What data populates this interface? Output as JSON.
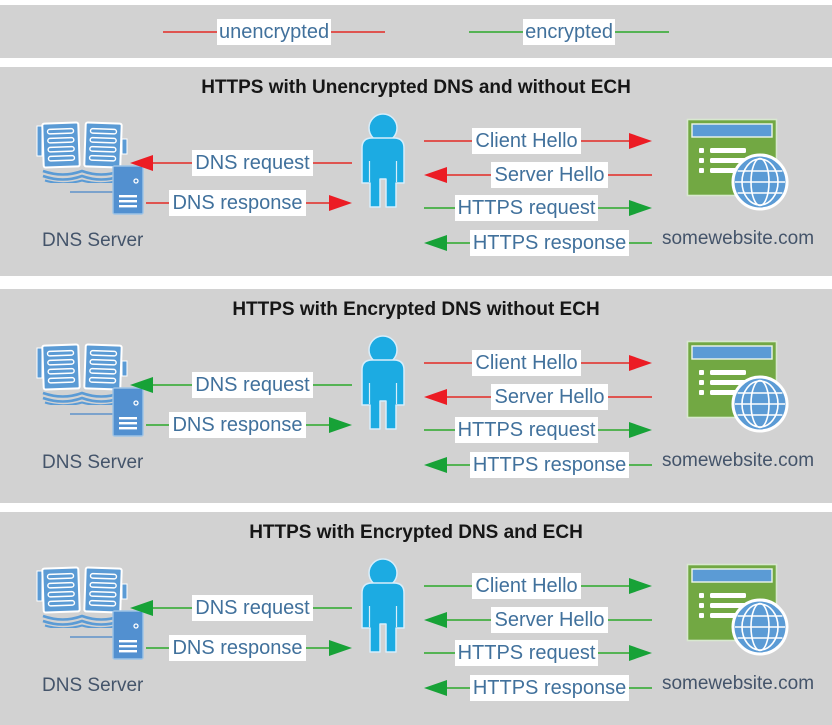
{
  "legend": {
    "unencrypted_label": "unencrypted",
    "encrypted_label": "encrypted"
  },
  "colors": {
    "unencrypted_line": "#df5450",
    "unencrypted_head": "#ec1c24",
    "encrypted_line": "#55b354",
    "encrypted_head": "#17a237",
    "panel_background": "#d2d2d2",
    "arrow_label_text": "#41719c",
    "entity_label_text": "#44546a",
    "person_blue": "#1cabe2",
    "icon_blue": "#5b9bd5",
    "website_green": "#72a843"
  },
  "icons": {
    "dns_server": "book-and-server-icon",
    "user": "person-icon",
    "website": "browser-window-with-globe-icon"
  },
  "panels": [
    {
      "title": "HTTPS with Unencrypted DNS and without ECH",
      "dns_server_label": "DNS Server",
      "website_label": "somewebsite.com",
      "arrows": {
        "dns_request": {
          "label": "DNS request",
          "dir": "left",
          "color": "unencrypted"
        },
        "dns_response": {
          "label": "DNS response",
          "dir": "right",
          "color": "unencrypted"
        },
        "client_hello": {
          "label": "Client Hello",
          "dir": "right",
          "color": "unencrypted"
        },
        "server_hello": {
          "label": "Server Hello",
          "dir": "left",
          "color": "unencrypted"
        },
        "https_request": {
          "label": "HTTPS request",
          "dir": "right",
          "color": "encrypted"
        },
        "https_response": {
          "label": "HTTPS response",
          "dir": "left",
          "color": "encrypted"
        }
      }
    },
    {
      "title": "HTTPS with Encrypted DNS without ECH",
      "dns_server_label": "DNS Server",
      "website_label": "somewebsite.com",
      "arrows": {
        "dns_request": {
          "label": "DNS request",
          "dir": "left",
          "color": "encrypted"
        },
        "dns_response": {
          "label": "DNS response",
          "dir": "right",
          "color": "encrypted"
        },
        "client_hello": {
          "label": "Client Hello",
          "dir": "right",
          "color": "unencrypted"
        },
        "server_hello": {
          "label": "Server Hello",
          "dir": "left",
          "color": "unencrypted"
        },
        "https_request": {
          "label": "HTTPS request",
          "dir": "right",
          "color": "encrypted"
        },
        "https_response": {
          "label": "HTTPS response",
          "dir": "left",
          "color": "encrypted"
        }
      }
    },
    {
      "title": "HTTPS with Encrypted DNS and ECH",
      "dns_server_label": "DNS Server",
      "website_label": "somewebsite.com",
      "arrows": {
        "dns_request": {
          "label": "DNS request",
          "dir": "left",
          "color": "encrypted"
        },
        "dns_response": {
          "label": "DNS response",
          "dir": "right",
          "color": "encrypted"
        },
        "client_hello": {
          "label": "Client Hello",
          "dir": "right",
          "color": "encrypted"
        },
        "server_hello": {
          "label": "Server Hello",
          "dir": "left",
          "color": "encrypted"
        },
        "https_request": {
          "label": "HTTPS request",
          "dir": "right",
          "color": "encrypted"
        },
        "https_response": {
          "label": "HTTPS response",
          "dir": "left",
          "color": "encrypted"
        }
      }
    }
  ]
}
